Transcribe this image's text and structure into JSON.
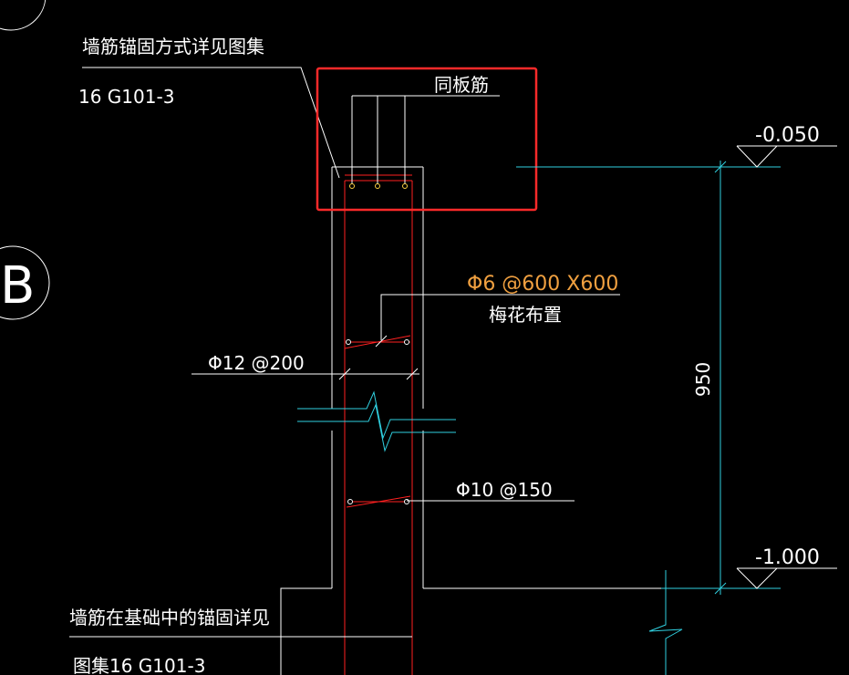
{
  "annotations": {
    "wall_anchor_top_line1": "墙筋锚固方式详见图集",
    "wall_anchor_top_line2": "16 G101-3",
    "same_slab_rebar": "同板筋",
    "rebar_tie": "Φ6 @600 X600",
    "tie_arrangement": "梅花布置",
    "horizontal_rebar": "Φ12 @200",
    "vertical_rebar": "Φ10 @150",
    "wall_anchor_bottom_line1": "墙筋在基础中的锚固详见",
    "wall_anchor_bottom_line2": "图集16 G101-3"
  },
  "elevations": {
    "top": "-0.050",
    "bottom": "-1.000"
  },
  "dimension": {
    "height": "950"
  },
  "axis_labels": {
    "axis_b": "B"
  },
  "colors": {
    "background": "#000000",
    "wall_outline": "#ffffff",
    "rebar": "#ff2020",
    "dimension": "#30d0e0",
    "highlight_box": "#ff2a2a",
    "orange_text": "#f0a040"
  }
}
